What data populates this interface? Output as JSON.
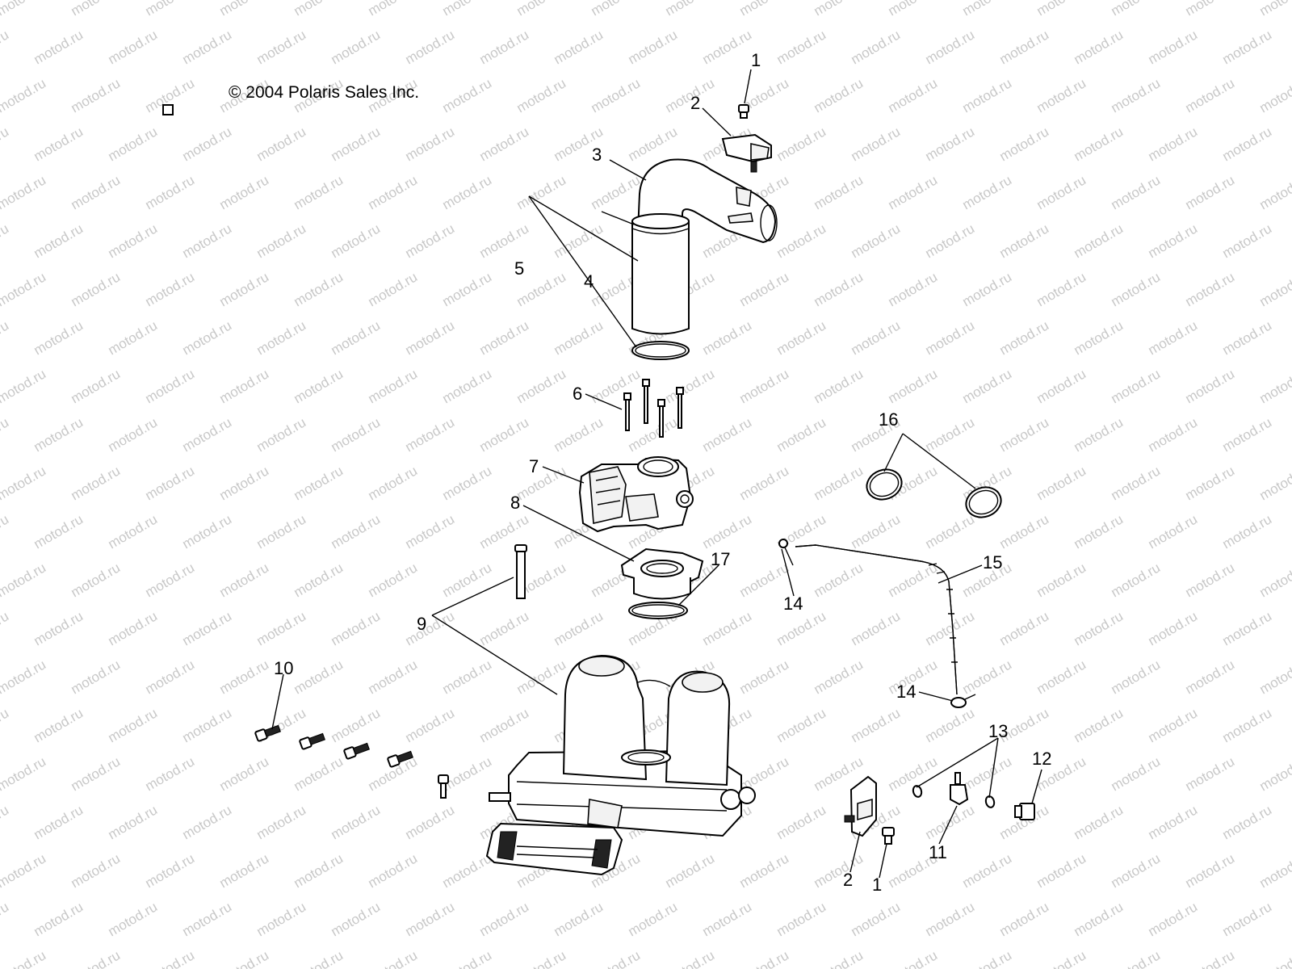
{
  "copyright": "© 2004 Polaris Sales Inc.",
  "watermark": "motod.ru",
  "callouts": {
    "c1_top": "1",
    "c2_top": "2",
    "c3": "3",
    "c4": "4",
    "c5": "5",
    "c6": "6",
    "c7": "7",
    "c8": "8",
    "c9": "9",
    "c10": "10",
    "c11": "11",
    "c12": "12",
    "c13": "13",
    "c14_top": "14",
    "c14_bottom": "14",
    "c15": "15",
    "c16": "16",
    "c17": "17",
    "c1_bottom": "1",
    "c2_bottom": "2"
  }
}
